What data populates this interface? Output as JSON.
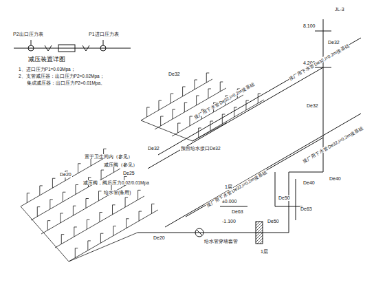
{
  "diagram": {
    "labels": [
      "减压装置详图",
      "P2出口压力表",
      "P1进口压力表",
      "1、进口压力P1=0.03Mpa；",
      "2、支管减压器：出口压力P2=0.02Mpa；",
      "集成减压器：出口压力P2=0.01Mpa。",
      "JL-3",
      "8.100",
      "4.200",
      "De32",
      "De32",
      "De32",
      "De32",
      "预留给水接口De32",
      "接厂用下水管De32,i=0.2m接基础",
      "接厂用下水管De32,i=0.2m接基础",
      "接厂用下水管De32,i=0.2m接基础",
      "接厂用下水管De32,i=0.2m接基础",
      "De20",
      "De25",
      "De20",
      "减压阀，阀后压力0.02/0.01Mpa",
      "置于卫生间内（参见）",
      "减压阀（参见）",
      "给水管(备用)",
      "±0.000",
      "-1.100",
      "给水管穿墙套管",
      "1层",
      "1层",
      "De40",
      "De50",
      "De40",
      "De63",
      "De63",
      "De50"
    ]
  }
}
